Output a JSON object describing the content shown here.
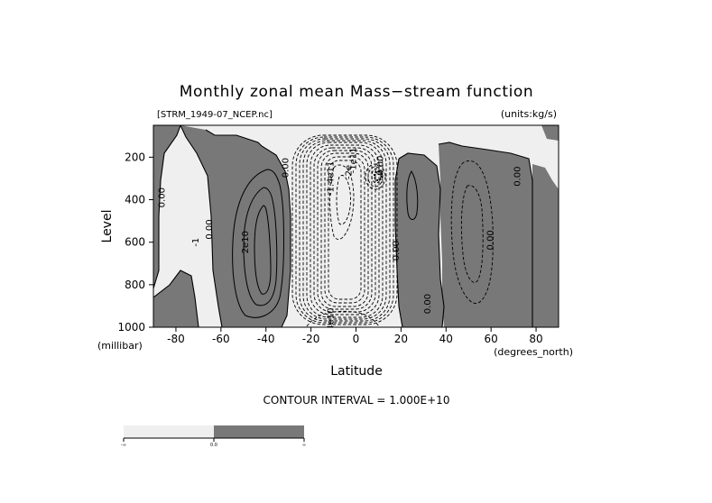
{
  "chart_data": {
    "type": "heatmap",
    "subtype": "contour",
    "title": "Monthly zonal mean Mass−stream function",
    "source_file": "[STRM_1949-07_NCEP.nc]",
    "units_note": "(units:kg/s)",
    "xlabel": "Latitude",
    "xunit": "(degrees_north)",
    "ylabel": "Level",
    "yunit": "(millibar)",
    "xlim": [
      -90,
      90
    ],
    "ylim": [
      1000,
      50
    ],
    "y_inverted": true,
    "x_ticks": [
      -80,
      -60,
      -40,
      -20,
      0,
      20,
      40,
      60,
      80
    ],
    "y_ticks": [
      200,
      400,
      600,
      800,
      1000
    ],
    "contour_interval_text": "CONTOUR INTERVAL = 1.000E+10",
    "contour_interval": 10000000000,
    "shading": {
      "negative_color": "#efefef",
      "positive_color": "#787878",
      "line_color": "#000000"
    },
    "contour_labels": [
      {
        "text": "0.00",
        "lat": -85,
        "level": 390
      },
      {
        "text": "0.00",
        "lat": -64,
        "level": 540
      },
      {
        "text": "-1",
        "lat": -70,
        "level": 600
      },
      {
        "text": "2e10",
        "lat": -48,
        "level": 600
      },
      {
        "text": "0.00",
        "lat": -30,
        "level": 250
      },
      {
        "text": "-1.4e11",
        "lat": -10,
        "level": 300
      },
      {
        "text": "-2e",
        "lat": -2,
        "level": 270
      },
      {
        "text": "-1e11",
        "lat": 0,
        "level": 215
      },
      {
        "text": "-4e10",
        "lat": -10,
        "level": 970
      },
      {
        "text": "0.00",
        "lat": 12,
        "level": 240
      },
      {
        "text": "0.00",
        "lat": 19,
        "level": 640
      },
      {
        "text": "0.00",
        "lat": 33,
        "level": 890
      },
      {
        "text": "0.00",
        "lat": 61,
        "level": 590
      },
      {
        "text": "0.00",
        "lat": 73,
        "level": 290
      }
    ],
    "colorbar": {
      "labels": [
        "-∞",
        "0.0",
        "∞"
      ],
      "colors": [
        "#efefef",
        "#787878"
      ]
    }
  }
}
